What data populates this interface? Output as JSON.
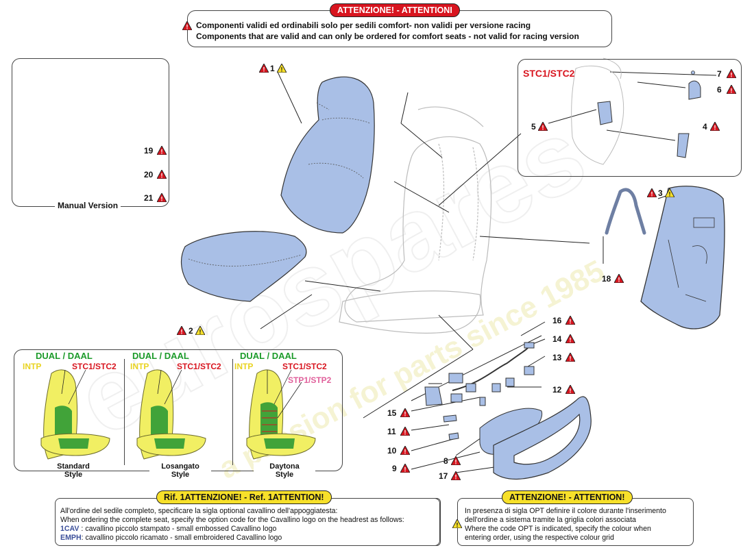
{
  "top_notice": {
    "header": "ATTENZIONE! - ATTENTIONI",
    "line_it": "Componenti validi ed ordinabili solo per sedili comfort- non validi per versione racing",
    "line_en": "Components that are valid and can only be ordered for comfort seats - not valid for racing version"
  },
  "manual_version": {
    "caption": "Manual Version",
    "parts": [
      "19",
      "20",
      "21"
    ]
  },
  "parts": {
    "p1": "1",
    "p2": "2",
    "p3": "3",
    "p4": "4",
    "p5": "5",
    "p6": "6",
    "p7": "7",
    "p8": "8",
    "p9": "9",
    "p10": "10",
    "p11": "11",
    "p12": "12",
    "p13": "13",
    "p14": "14",
    "p15": "15",
    "p16": "16",
    "p17": "17",
    "p18": "18"
  },
  "stc_label": "STC1/STC2",
  "styles": {
    "dual": "DUAL / DAAL",
    "intp": "INTP",
    "stc": "STC1/STC2",
    "stp": "STP1/STP2",
    "standard": "Standard\nStyle",
    "standard_1": "Standard",
    "standard_2": "Style",
    "losangato_1": "Losangato",
    "losangato_2": "Style",
    "daytona_1": "Daytona",
    "daytona_2": "Style"
  },
  "ref_notice": {
    "header": "Rif. 1ATTENZIONE! - Ref. 1ATTENTION!",
    "line1": "All'ordine del sedile completo, specificare la sigla optional cavallino dell'appoggiatesta:",
    "line2": "When ordering the complete seat, specify the option code for the Cavallino logo on the headrest as follows:",
    "code1": "1CAV",
    "code1_text": " : cavallino piccolo stampato - small embossed Cavallino logo",
    "code2": "EMPH",
    "code2_text": ": cavallino piccolo ricamato - small embroidered Cavallino logo"
  },
  "opt_notice": {
    "header": "ATTENZIONE! - ATTENTION!",
    "line1": "In presenza di sigla OPT definire il colore durante l'inserimento",
    "line2": "dell'ordine a sistema tramite la griglia colori associata",
    "line3": "Where the code OPT is indicated, specify the colour when",
    "line4": "entering order, using the respective colour grid"
  },
  "colors": {
    "red_badge": "#d8151f",
    "yellow_badge": "#f7e02a",
    "part_blue": "#a9bfe6",
    "seat_yellow": "#f1ef63",
    "seat_green": "#2e9a34"
  }
}
